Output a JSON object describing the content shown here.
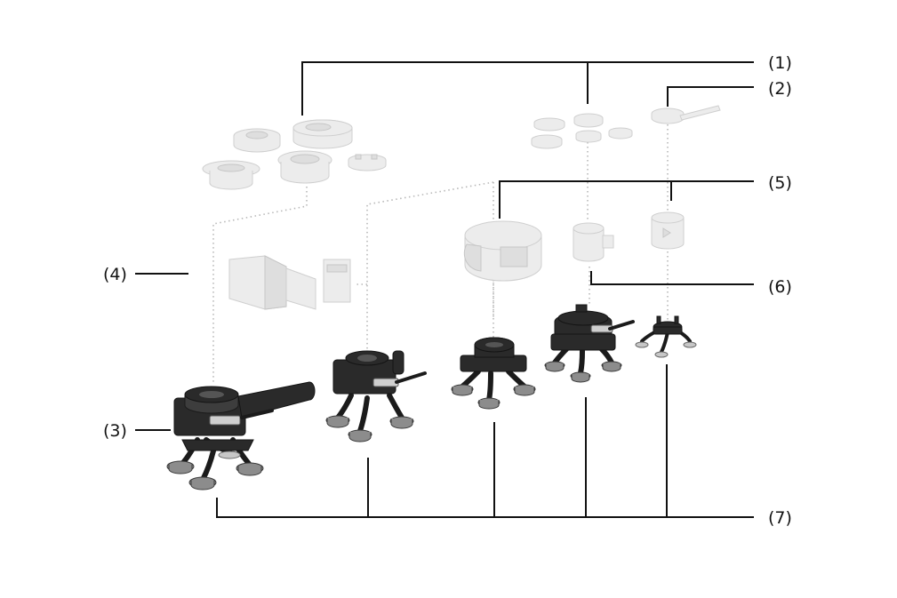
{
  "callouts": {
    "c1": "(1)",
    "c2": "(2)",
    "c3": "(3)",
    "c4": "(4)",
    "c5": "(5)",
    "c6": "(6)",
    "c7": "(7)"
  },
  "colors": {
    "leader": "#111111",
    "ghost_part": "#ececec",
    "gripper_body": "#2a2a2a",
    "suction_cup": "#8c8c8c"
  }
}
